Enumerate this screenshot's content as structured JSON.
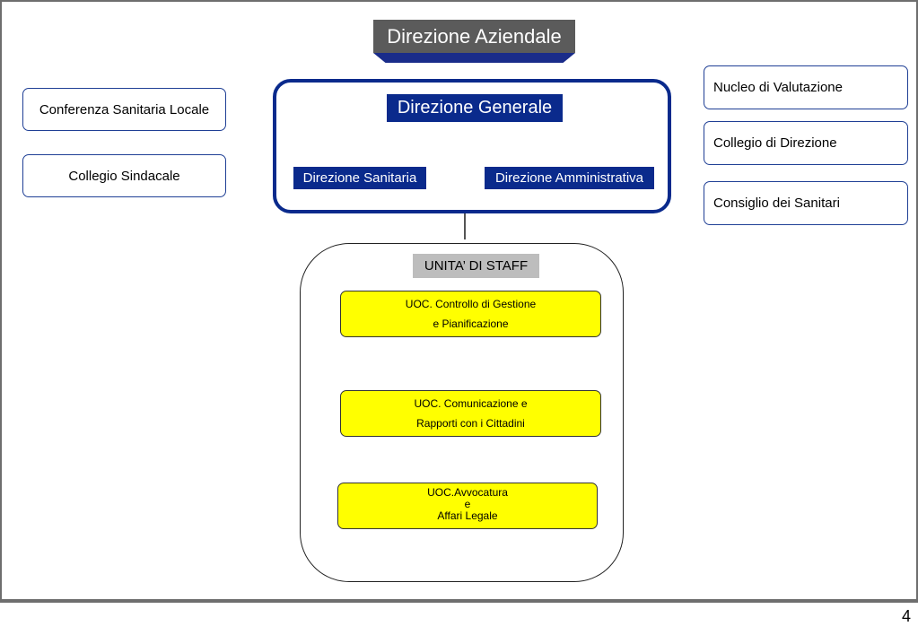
{
  "header": {
    "title": "Direzione Aziendale"
  },
  "direzione_generale": {
    "title": "Direzione Generale",
    "sanitaria": "Direzione Sanitaria",
    "amministrativa": "Direzione Amministrativa"
  },
  "left_bodies": [
    "Conferenza Sanitaria Locale",
    "Collegio Sindacale"
  ],
  "right_bodies": [
    "Nucleo di Valutazione",
    "Collegio di Direzione",
    "Consiglio dei Sanitari"
  ],
  "staff": {
    "title": "UNITA’ DI STAFF",
    "units": [
      {
        "line1": "UOC. Controllo di Gestione",
        "line2": "e Pianificazione"
      },
      {
        "line1": "UOC.  Comunicazione e",
        "line2": "Rapporti con i Cittadini"
      },
      {
        "line1": "UOC.Avvocatura",
        "line2": "e",
        "line3": "Affari Legale"
      }
    ]
  },
  "page_number": "4",
  "colors": {
    "navy": "#0a2a8c",
    "banner_gray": "#5b5b5b",
    "staff_gray": "#bdbdbd",
    "unit_yellow": "#ffff00"
  }
}
